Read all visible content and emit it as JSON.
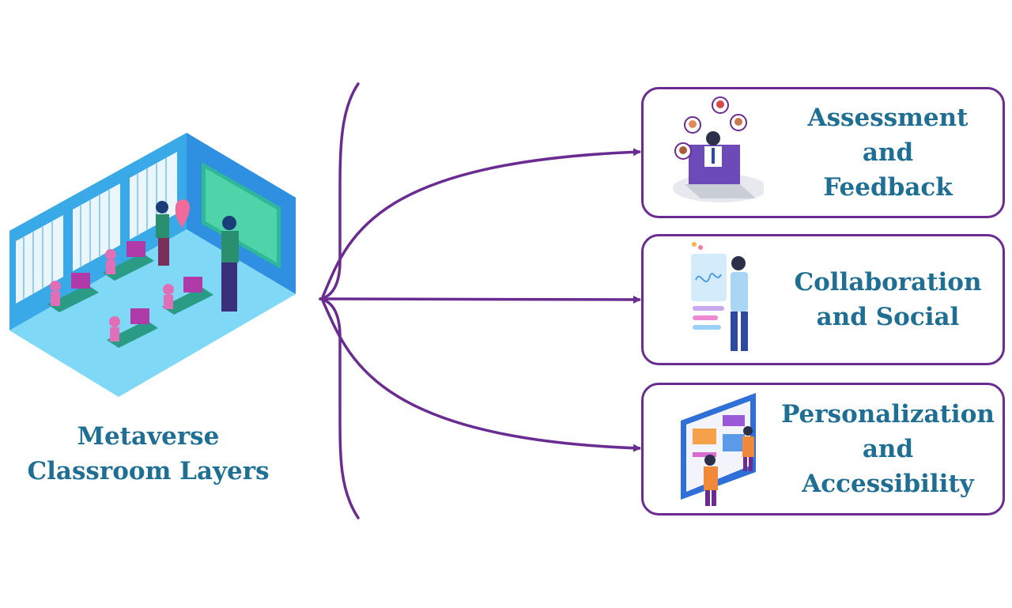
{
  "source": {
    "title_line1": "Metaverse",
    "title_line2": "Classroom Layers"
  },
  "layers": [
    {
      "line1": "Assessment and",
      "line2": "Feedback",
      "illustration": "teacher-laptop-video-call-icon"
    },
    {
      "line1": "Collaboration",
      "line2": "and Social",
      "illustration": "vr-user-with-floating-panels-icon"
    },
    {
      "line1": "Personalization",
      "line2": "and",
      "line3": "Accessibility",
      "illustration": "people-at-dashboard-screen-icon"
    }
  ],
  "colors": {
    "connector": "#6a2c91",
    "box_border": "#6a2c91",
    "label_text": "#1f6e93"
  }
}
